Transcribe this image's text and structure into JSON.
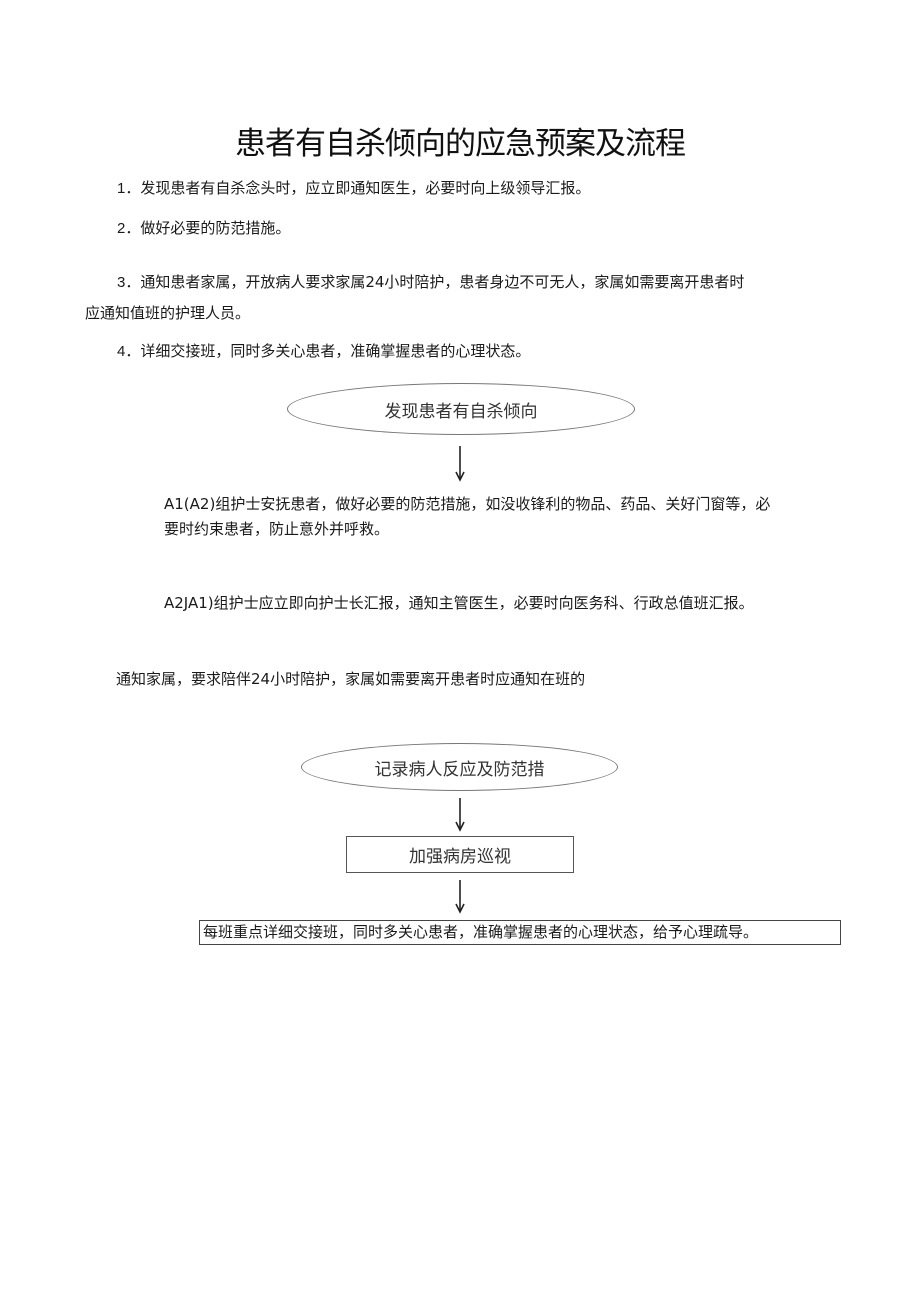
{
  "document": {
    "title": "患者有自杀倾向的应急预案及流程",
    "steps": [
      {
        "num": "1",
        "text": "．发现患者有自杀念头时，应立即通知医生，必要时向上级领导汇报。"
      },
      {
        "num": "2",
        "text": "．做好必要的防范措施。"
      },
      {
        "num": "3",
        "text": "．通知患者家属，开放病人要求家属24小时陪护，患者身边不可无人，家属如需要离开患者时",
        "cont": "应通知值班的护理人员。"
      },
      {
        "num": "4",
        "text": "．详细交接班，同时多关心患者，准确掌握患者的心理状态。"
      }
    ]
  },
  "flowchart": {
    "start_node": "发现患者有自杀倾向",
    "a1_text": "A1(A2)组护士安抚患者，做好必要的防范措施，如没收锋利的物品、药品、关好门窗等，必",
    "a1_cont": "要时约束患者，防止意外并呼救。",
    "a2_text": "A2JA1)组护士应立即向护士长汇报，通知主管医生，必要时向医务科、行政总值班汇报。",
    "notify_text": "通知家属，要求陪伴24小时陪护，家属如需要离开患者时应通知在班的",
    "record_node": "记录病人反应及防范措",
    "patrol_node": "加强病房巡视",
    "final_text": "每班重点详细交接班，同时多关心患者，准确掌握患者的心理状态，给予心理疏导。"
  }
}
